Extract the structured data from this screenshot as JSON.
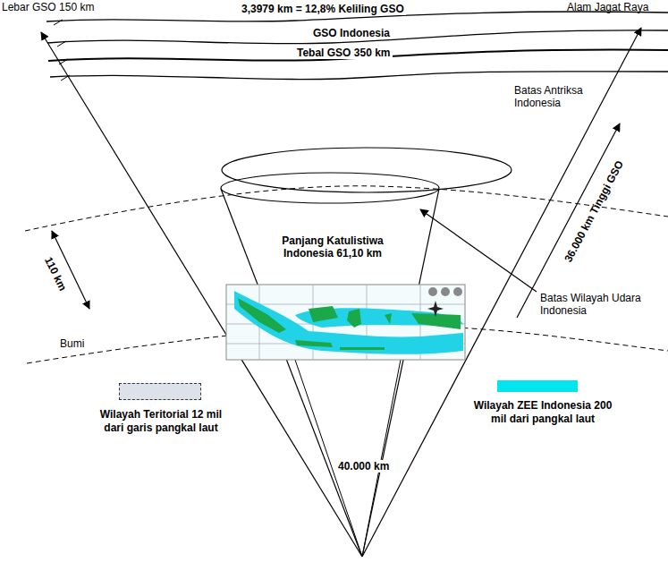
{
  "diagram": {
    "labels": [
      "Lebar GSO 150 km",
      "3,3979 km = 12,8% Keliling GSO",
      "GSO Indonesia",
      "Tebal GSO 350 km",
      "Alam Jagat Raya",
      "Batas Antriksa Indonesia",
      "Panjang Katulistiwa Indonesia 61,10 km",
      "110 km",
      "36.000 km Tinggi GSO",
      "Batas Wilayah Udara Indonesia",
      "Bumi",
      "40.000 km"
    ],
    "legend": [
      {
        "text": "Wilayah Teritorial 12 mil dari garis pangkal laut",
        "color": "#dde2ea"
      },
      {
        "text": "Wilayah ZEE Indonesia 200 mil dari pangkal laut",
        "color": "#00e5ee"
      }
    ]
  }
}
